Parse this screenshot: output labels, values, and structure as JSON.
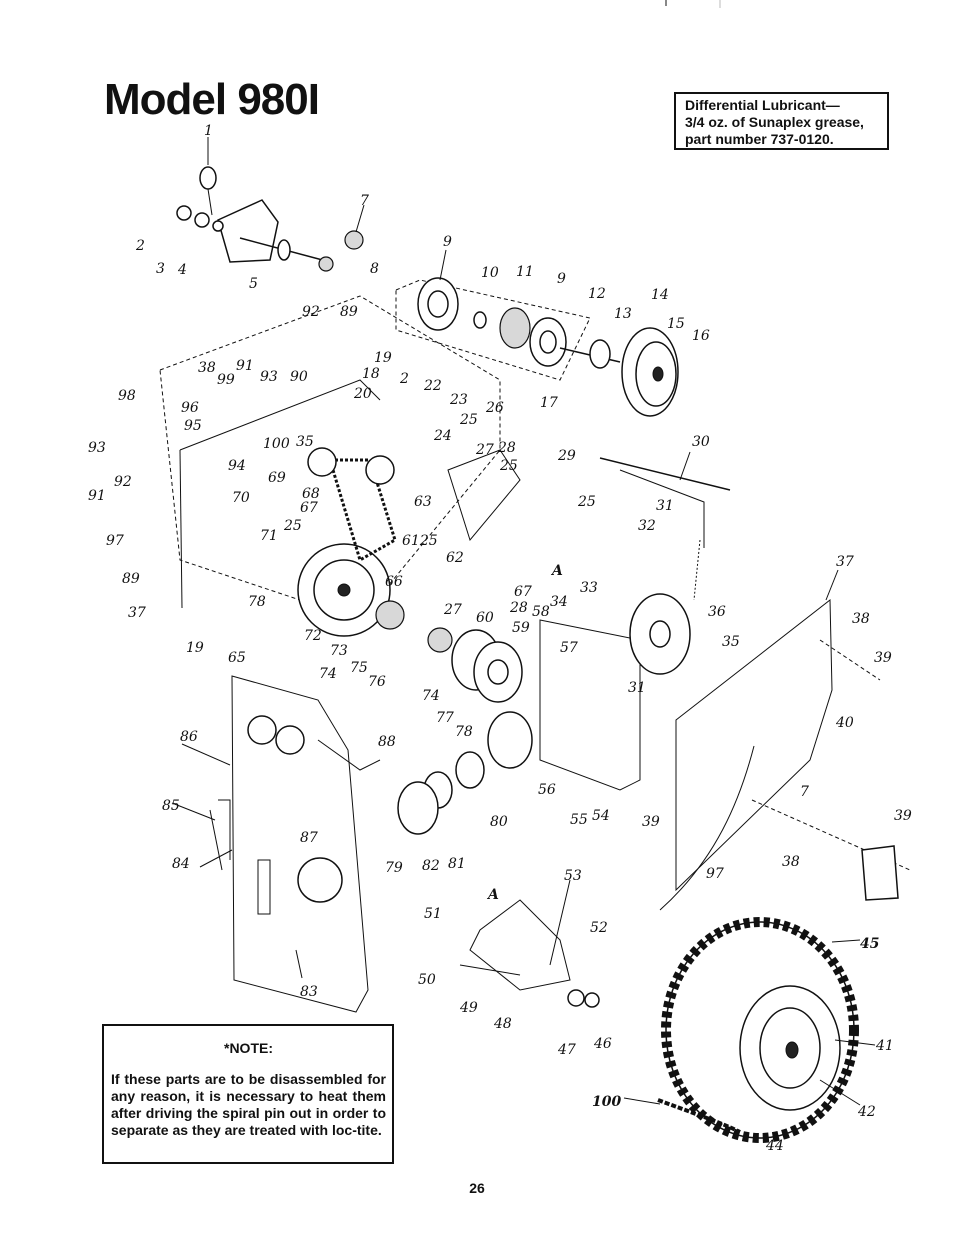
{
  "header": {
    "title": "Model 980I"
  },
  "lubricant_box": {
    "line1": "Differential Lubricant—",
    "line2": "3/4 oz. of Sunaplex grease,",
    "line3": "part number 737-0120."
  },
  "note_box": {
    "heading": "*NOTE:",
    "body": "If these parts are to be disassembled for any reason, it is necessary to heat them after driving the spiral pin out in order to separate as they are treated with loc-tite."
  },
  "callout_label": "A",
  "part_labels": [
    "1",
    "2",
    "3",
    "4",
    "5",
    "7",
    "8",
    "9",
    "10",
    "11",
    "9",
    "12",
    "13",
    "14",
    "15",
    "16",
    "17",
    "92",
    "89",
    "98",
    "38",
    "99",
    "91",
    "93",
    "90",
    "19",
    "18",
    "20",
    "2",
    "22",
    "23",
    "26",
    "96",
    "95",
    "100",
    "35",
    "94",
    "69",
    "24",
    "25",
    "27",
    "28",
    "93",
    "92",
    "91",
    "97",
    "89",
    "37",
    "19",
    "65",
    "70",
    "71",
    "25",
    "68",
    "67",
    "78",
    "72",
    "73",
    "74",
    "75",
    "76",
    "74",
    "77",
    "78",
    "66",
    "6125",
    "62",
    "67",
    "27",
    "28",
    "60",
    "63",
    "25",
    "29",
    "25",
    "30",
    "31",
    "32",
    "36",
    "33",
    "58",
    "34",
    "59",
    "57",
    "31",
    "35",
    "37",
    "38",
    "39",
    "40",
    "7",
    "39",
    "97",
    "38",
    "86",
    "88",
    "85",
    "87",
    "84",
    "83",
    "79",
    "80",
    "82",
    "81",
    "56",
    "55",
    "54",
    "39",
    "53",
    "52",
    "51",
    "50",
    "49",
    "48",
    "47",
    "46",
    "45",
    "41",
    "42",
    "44",
    "100"
  ],
  "page_number": "26",
  "colors": {
    "ink": "#111111",
    "paper": "#ffffff"
  }
}
